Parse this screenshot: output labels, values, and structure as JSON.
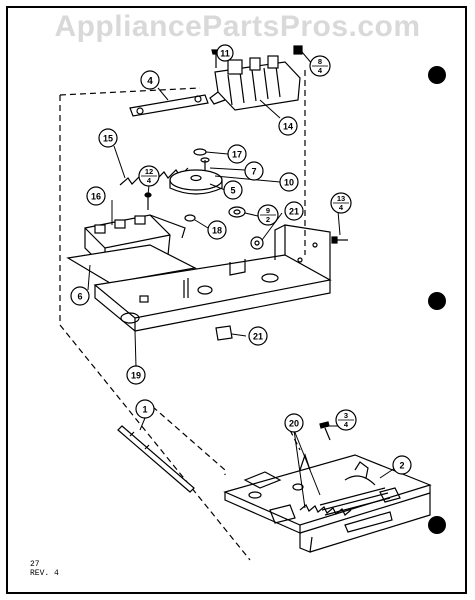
{
  "watermark": "AppliancePartsPros.com",
  "footer": {
    "page": "27",
    "revision": "REV. 4"
  },
  "callouts": {
    "c1": "1",
    "c2": "2",
    "c3": "3",
    "c3b": "4",
    "c4": "4",
    "c5": "5",
    "c6": "6",
    "c7": "7",
    "c8": "8",
    "c8b": "4",
    "c9": "9",
    "c9b": "2",
    "c10": "10",
    "c11": "11",
    "c12": "12",
    "c12b": "4",
    "c13": "13",
    "c13b": "4",
    "c14": "14",
    "c15": "15",
    "c16": "16",
    "c17": "17",
    "c18": "18",
    "c19": "19",
    "c20": "20",
    "c21a": "21",
    "c21b": "21"
  },
  "colors": {
    "ink": "#000000",
    "paper": "#ffffff",
    "watermark": "#d9d9d9"
  }
}
